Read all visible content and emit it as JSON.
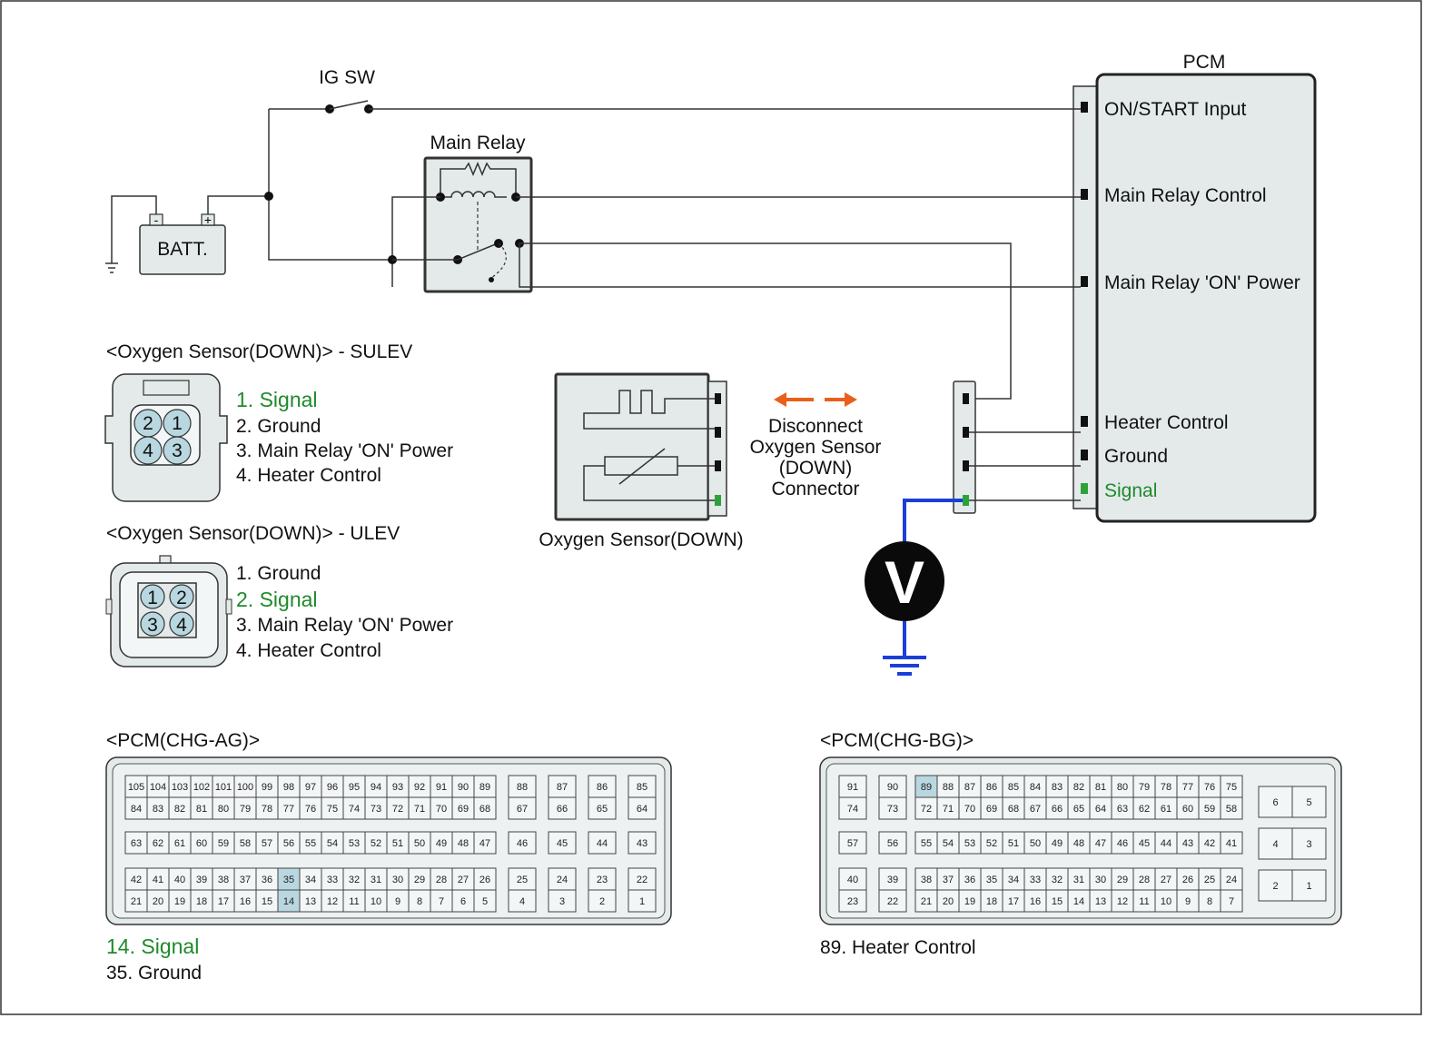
{
  "pcm": {
    "title": "PCM",
    "pins": [
      "ON/START Input",
      "Main Relay Control",
      "Main Relay 'ON' Power",
      "Heater Control",
      "Ground",
      "Signal"
    ]
  },
  "circuit": {
    "ig_sw": "IG SW",
    "main_relay": "Main Relay",
    "battery": "BATT.",
    "battery_minus": "-",
    "battery_plus": "+"
  },
  "sensor": {
    "label": "Oxygen Sensor(DOWN)",
    "disconnect": [
      "Disconnect",
      "Oxygen Sensor",
      "(DOWN)",
      "Connector"
    ],
    "meter": "V"
  },
  "sulev": {
    "title": "<Oxygen Sensor(DOWN)> - SULEV",
    "pins": [
      "1. Signal",
      "2. Ground",
      "3. Main Relay 'ON' Power",
      "4. Heater Control"
    ],
    "pin_numbers": [
      "2",
      "1",
      "4",
      "3"
    ]
  },
  "ulev": {
    "title": "<Oxygen Sensor(DOWN)> - ULEV",
    "pins": [
      "1. Ground",
      "2. Signal",
      "3. Main Relay 'ON' Power",
      "4. Heater Control"
    ],
    "pin_numbers": [
      "1",
      "2",
      "3",
      "4"
    ]
  },
  "pcm_ag": {
    "title": "<PCM(CHG-AG)>",
    "notes": [
      "14. Signal",
      "35. Ground"
    ],
    "highlight": [
      14,
      35
    ]
  },
  "pcm_bg": {
    "title": "<PCM(CHG-BG)>",
    "notes": [
      "89. Heater Control"
    ],
    "highlight": [
      89
    ]
  },
  "colors": {
    "signal_green": "#1e8a2a",
    "meter_wire_blue": "#1a3fd8",
    "arrow_orange": "#e8601c",
    "panel_fill": "#e4eaea",
    "highlight_cell": "#b9d7e0"
  }
}
